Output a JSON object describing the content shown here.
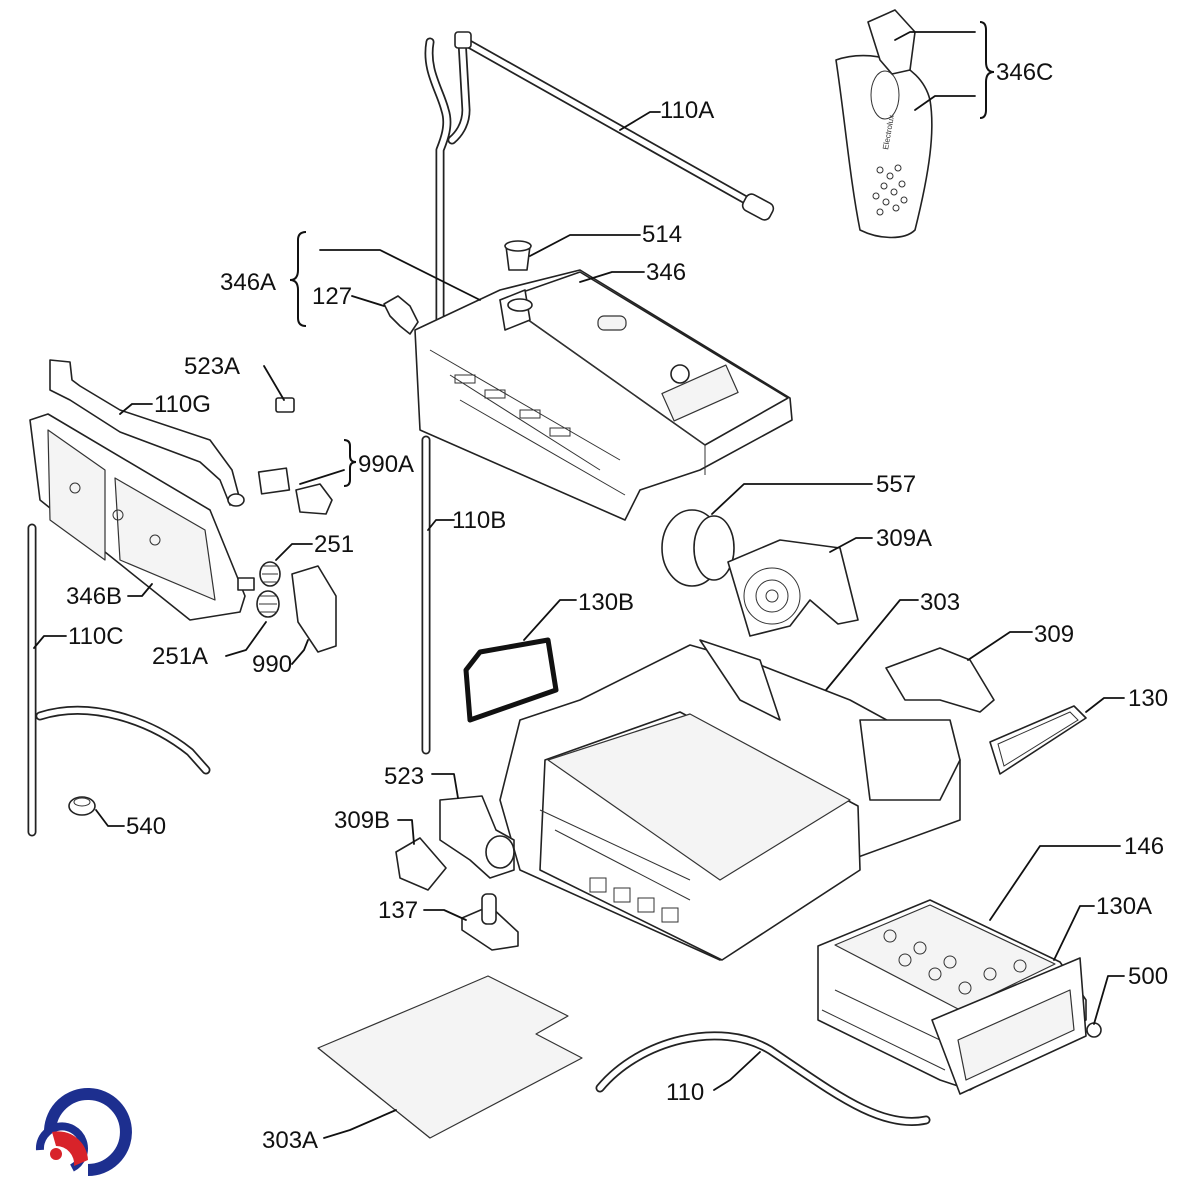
{
  "diagram": {
    "callouts": [
      {
        "id": "110A",
        "text": "110A"
      },
      {
        "id": "346C",
        "text": "346C"
      },
      {
        "id": "514",
        "text": "514"
      },
      {
        "id": "346",
        "text": "346"
      },
      {
        "id": "346A",
        "text": "346A"
      },
      {
        "id": "127",
        "text": "127"
      },
      {
        "id": "523A",
        "text": "523A"
      },
      {
        "id": "110G",
        "text": "110G"
      },
      {
        "id": "990A",
        "text": "990A"
      },
      {
        "id": "110B",
        "text": "110B"
      },
      {
        "id": "251",
        "text": "251"
      },
      {
        "id": "346B",
        "text": "346B"
      },
      {
        "id": "110C",
        "text": "110C"
      },
      {
        "id": "251A",
        "text": "251A"
      },
      {
        "id": "990",
        "text": "990"
      },
      {
        "id": "557",
        "text": "557"
      },
      {
        "id": "309A",
        "text": "309A"
      },
      {
        "id": "130B",
        "text": "130B"
      },
      {
        "id": "303",
        "text": "303"
      },
      {
        "id": "309",
        "text": "309"
      },
      {
        "id": "130",
        "text": "130"
      },
      {
        "id": "540",
        "text": "540"
      },
      {
        "id": "523",
        "text": "523"
      },
      {
        "id": "309B",
        "text": "309B"
      },
      {
        "id": "146",
        "text": "146"
      },
      {
        "id": "137",
        "text": "137"
      },
      {
        "id": "130A",
        "text": "130A"
      },
      {
        "id": "500",
        "text": "500"
      },
      {
        "id": "110",
        "text": "110"
      },
      {
        "id": "303A",
        "text": "303A"
      }
    ],
    "product_brand": "Electrolux",
    "colors": {
      "line": "#111111",
      "logo_blue": "#1d2f8f",
      "logo_red": "#d8232a"
    },
    "logo_icon": "swirl-logo-icon"
  }
}
